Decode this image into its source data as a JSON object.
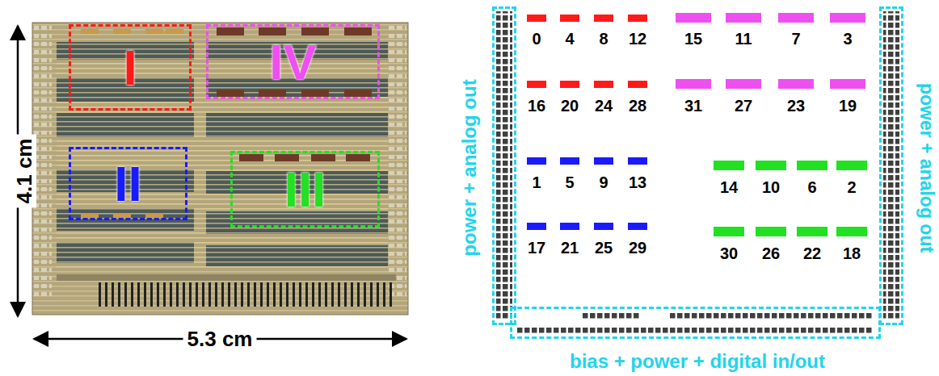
{
  "diagram": {
    "nodes": [
      {
        "text": [
          "I"
        ]
      },
      {
        "text": [
          "IV"
        ]
      },
      {
        "text": [
          "II"
        ]
      },
      {
        "text": [
          "III"
        ]
      },
      {
        "text": [
          "power + analog out"
        ]
      },
      {
        "text": [
          "power + analog out"
        ]
      },
      {
        "text": [
          "bias + power + digital in/out"
        ]
      }
    ],
    "labels": [
      "4.1 cm",
      "5.3 cm",
      "0",
      "4",
      "8",
      "12",
      "15",
      "11",
      "7",
      "3",
      "16",
      "20",
      "24",
      "28",
      "31",
      "27",
      "23",
      "19",
      "1",
      "5",
      "9",
      "13",
      "14",
      "10",
      "6",
      "2",
      "17",
      "21",
      "25",
      "29",
      "30",
      "26",
      "22",
      "18"
    ]
  }
}
